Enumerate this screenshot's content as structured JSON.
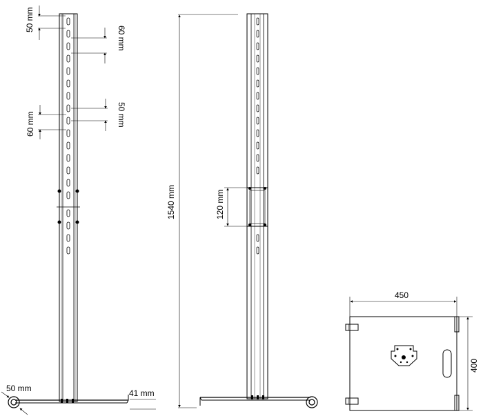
{
  "front_view": {
    "dim_top_gap": "50 mm",
    "dim_slot_pitch": "60 mm",
    "dim_mid_pitch": "60 mm",
    "dim_mid_gap": "50 mm",
    "dim_wheel": "50 mm",
    "dim_foot_height": "41 mm"
  },
  "side_view": {
    "dim_total_height": "1540 mm",
    "dim_bracket": "120 mm"
  },
  "top_view": {
    "dim_width": "450",
    "dim_depth": "400"
  }
}
